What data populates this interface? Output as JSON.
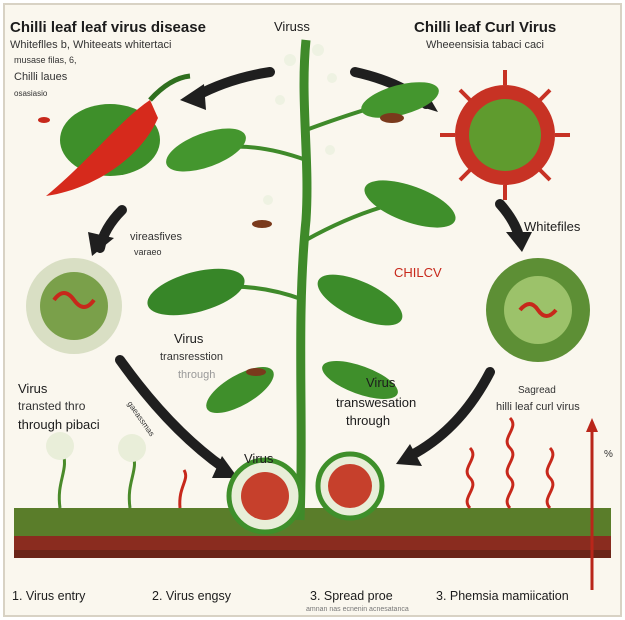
{
  "labels": {
    "title_left": "Chilli leaf leaf virus disease",
    "subtitle_left": "Whiteflles b, Whiteeats whitertaci",
    "small_left_1": "musase filas, 6,",
    "small_left_2": "Chilli laues",
    "small_left_3": "osasiasio",
    "top_center": "Viruss",
    "title_right": "Chilli leaf Curl Virus",
    "subtitle_right": "Wheeensisia tabaci  caci",
    "left_middle_note_1": "vireasfives",
    "left_middle_note_2": "varaeo",
    "whiteflies_right": "Whitefiles",
    "chilcv": "CHILCV",
    "virus_trans_left_1": "Virus",
    "virus_trans_left_2": "transresstion",
    "virus_trans_left_3": "through",
    "left_side_1": "Virus",
    "left_side_2": "transted thro",
    "left_side_3": "through pibaci",
    "arrow_text": "gaeassmas",
    "center_virus_1": "Virus",
    "center_virus_2": "transwesation",
    "center_virus_3": "through",
    "bottom_virus": "Virus",
    "right_spread_1": "Sagread",
    "right_spread_2": "hilli leaf curl virus",
    "percent": "%",
    "step1": "1. Virus entry",
    "step2": "2.  Virus engsy",
    "step3": "3. Spread proe",
    "step4": "3.  Phemsia mamiication",
    "footer": "amnan nas ecnenin acnesatanca"
  }
}
